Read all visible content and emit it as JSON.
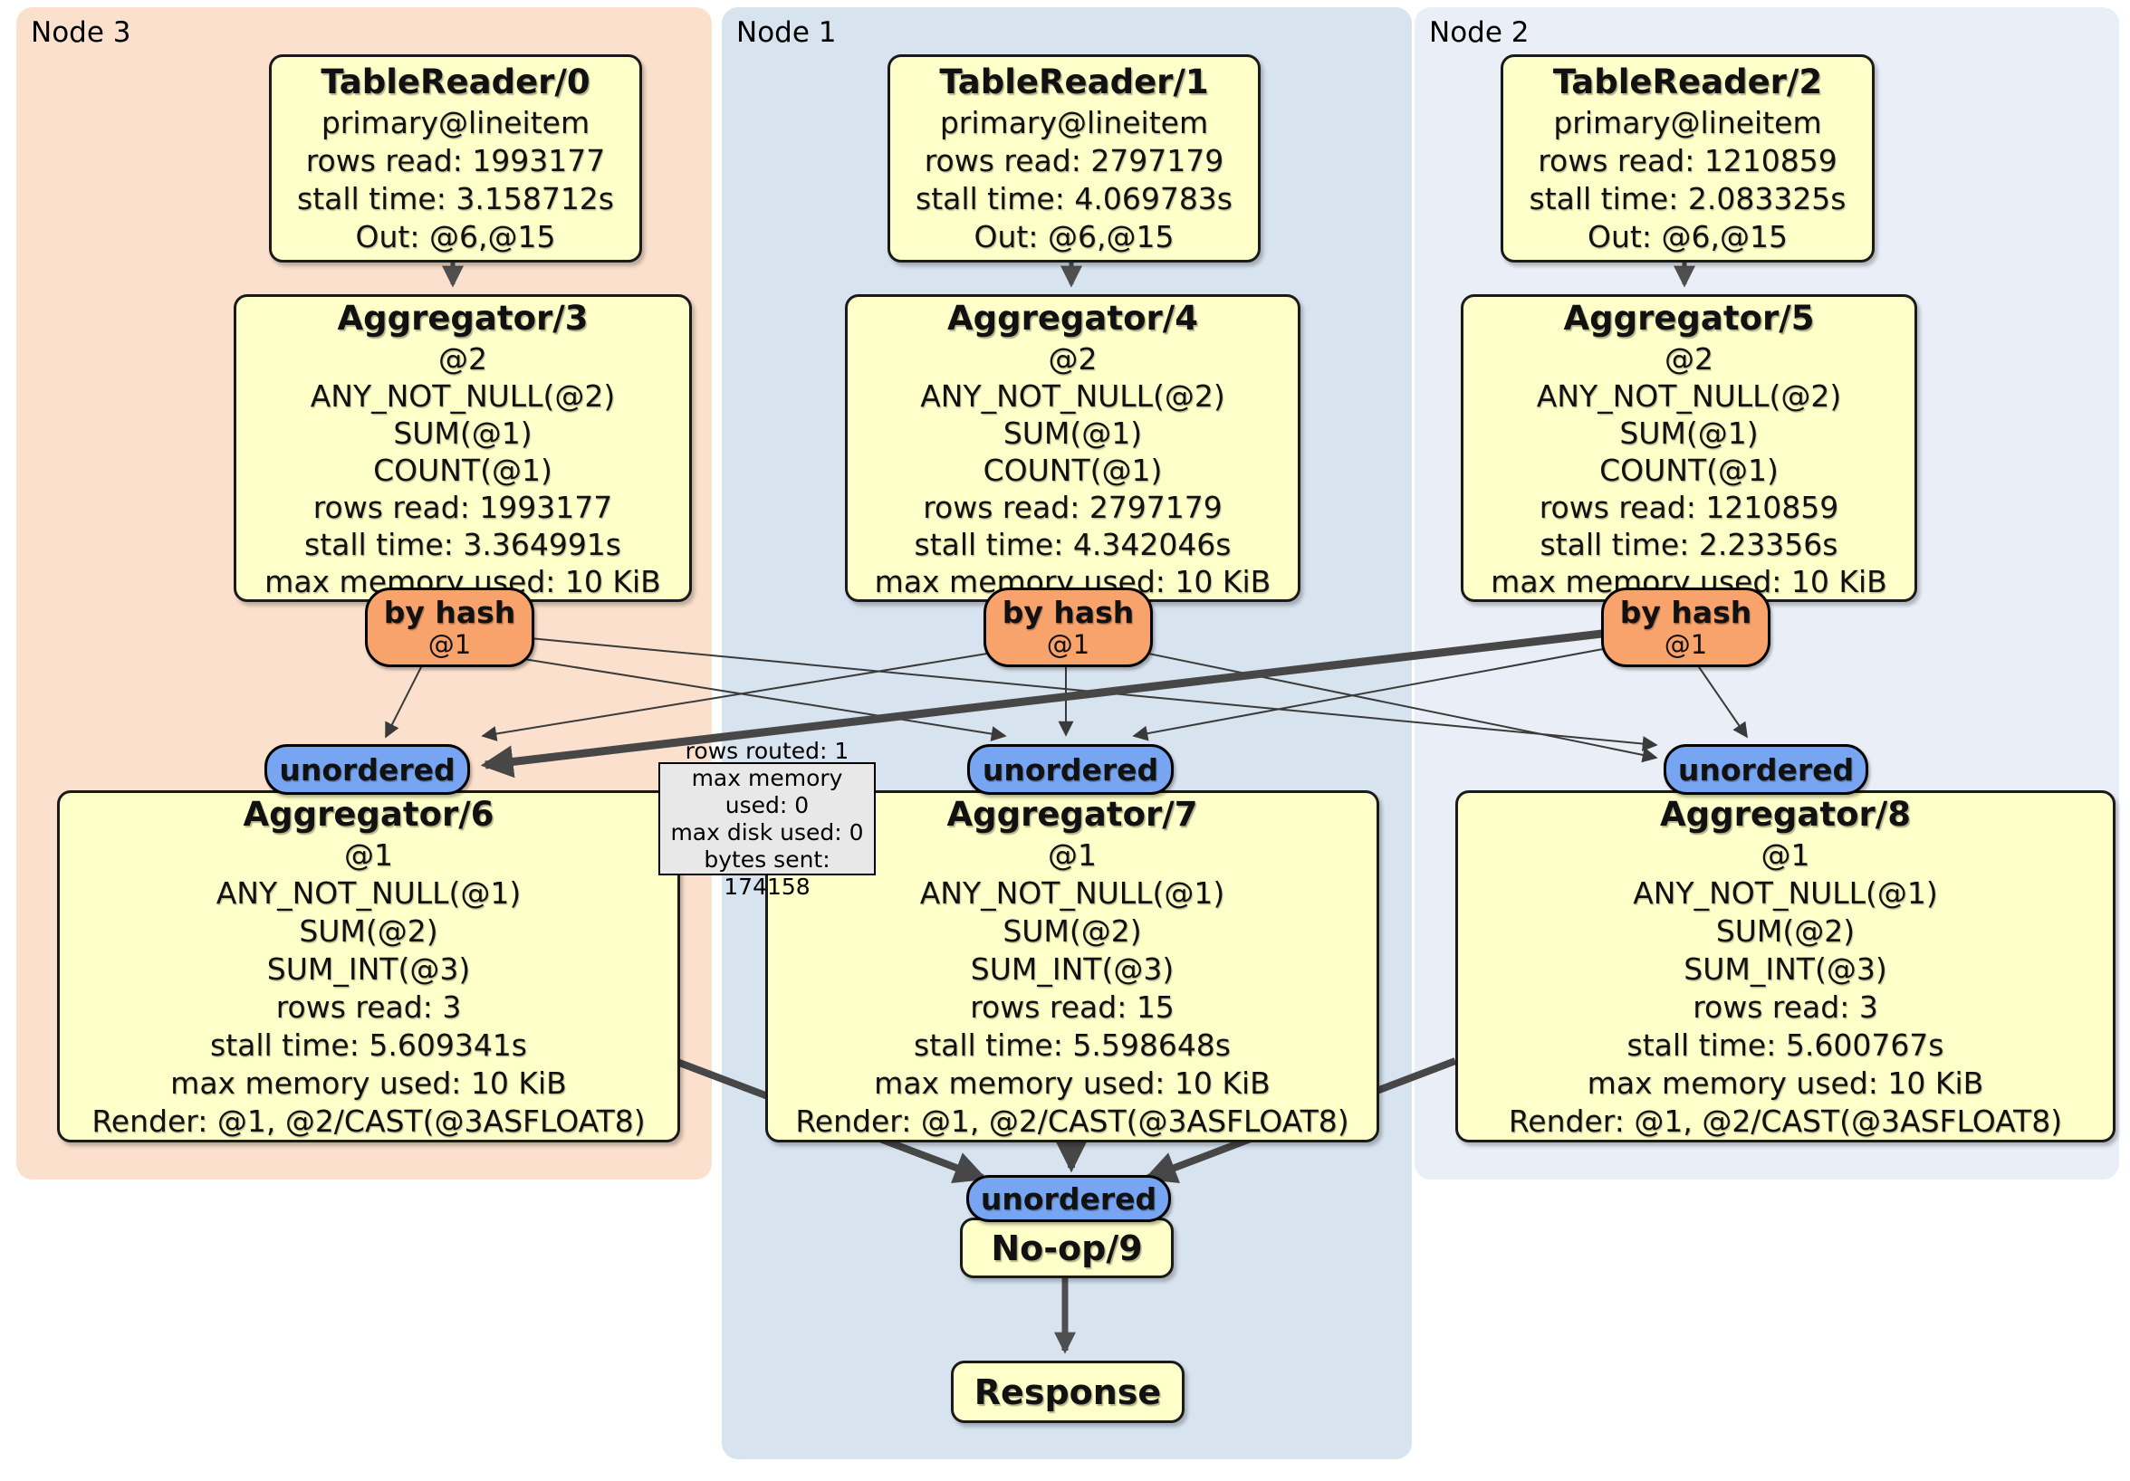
{
  "regions": [
    {
      "label": "Node 3"
    },
    {
      "label": "Node 1"
    },
    {
      "label": "Node 2"
    }
  ],
  "processors": {
    "tablereader0": {
      "title": "TableReader/0",
      "lines": [
        "primary@lineitem",
        "rows read: 1993177",
        "stall time: 3.158712s",
        "Out: @6,@15"
      ]
    },
    "tablereader1": {
      "title": "TableReader/1",
      "lines": [
        "primary@lineitem",
        "rows read: 2797179",
        "stall time: 4.069783s",
        "Out: @6,@15"
      ]
    },
    "tablereader2": {
      "title": "TableReader/2",
      "lines": [
        "primary@lineitem",
        "rows read: 1210859",
        "stall time: 2.083325s",
        "Out: @6,@15"
      ]
    },
    "aggregator3": {
      "title": "Aggregator/3",
      "lines": [
        "@2",
        "ANY_NOT_NULL(@2)",
        "SUM(@1)",
        "COUNT(@1)",
        "rows read: 1993177",
        "stall time: 3.364991s",
        "max memory used: 10 KiB"
      ]
    },
    "aggregator4": {
      "title": "Aggregator/4",
      "lines": [
        "@2",
        "ANY_NOT_NULL(@2)",
        "SUM(@1)",
        "COUNT(@1)",
        "rows read: 2797179",
        "stall time: 4.342046s",
        "max memory used: 10 KiB"
      ]
    },
    "aggregator5": {
      "title": "Aggregator/5",
      "lines": [
        "@2",
        "ANY_NOT_NULL(@2)",
        "SUM(@1)",
        "COUNT(@1)",
        "rows read: 1210859",
        "stall time: 2.23356s",
        "max memory used: 10 KiB"
      ]
    },
    "aggregator6": {
      "title": "Aggregator/6",
      "lines": [
        "@1",
        "ANY_NOT_NULL(@1)",
        "SUM(@2)",
        "SUM_INT(@3)",
        "rows read: 3",
        "stall time: 5.609341s",
        "max memory used: 10 KiB",
        "Render: @1, @2/CAST(@3ASFLOAT8)"
      ]
    },
    "aggregator7": {
      "title": "Aggregator/7",
      "lines": [
        "@1",
        "ANY_NOT_NULL(@1)",
        "SUM(@2)",
        "SUM_INT(@3)",
        "rows read: 15",
        "stall time: 5.598648s",
        "max memory used: 10 KiB",
        "Render: @1, @2/CAST(@3ASFLOAT8)"
      ]
    },
    "aggregator8": {
      "title": "Aggregator/8",
      "lines": [
        "@1",
        "ANY_NOT_NULL(@1)",
        "SUM(@2)",
        "SUM_INT(@3)",
        "rows read: 3",
        "stall time: 5.600767s",
        "max memory used: 10 KiB",
        "Render: @1, @2/CAST(@3ASFLOAT8)"
      ]
    },
    "noop": {
      "title": "No-op/9"
    },
    "response": {
      "title": "Response"
    }
  },
  "router": {
    "label": "by hash",
    "detail": "@1"
  },
  "sync_label": "unordered",
  "tooltip": {
    "lines": [
      "rows routed: 1",
      "max memory used: 0",
      "max disk used: 0",
      "bytes sent: 174158"
    ]
  },
  "colors": {
    "node3_bg": "#fbe1cd",
    "node1_bg": "#d7e3ef",
    "node2_bg": "#eaeff7",
    "box_fill": "#ffffc9",
    "router_fill": "#f8a26c",
    "sync_fill": "#77a5f1",
    "tooltip_bg": "#e8e8e8",
    "edge": "#3f3f3f"
  }
}
